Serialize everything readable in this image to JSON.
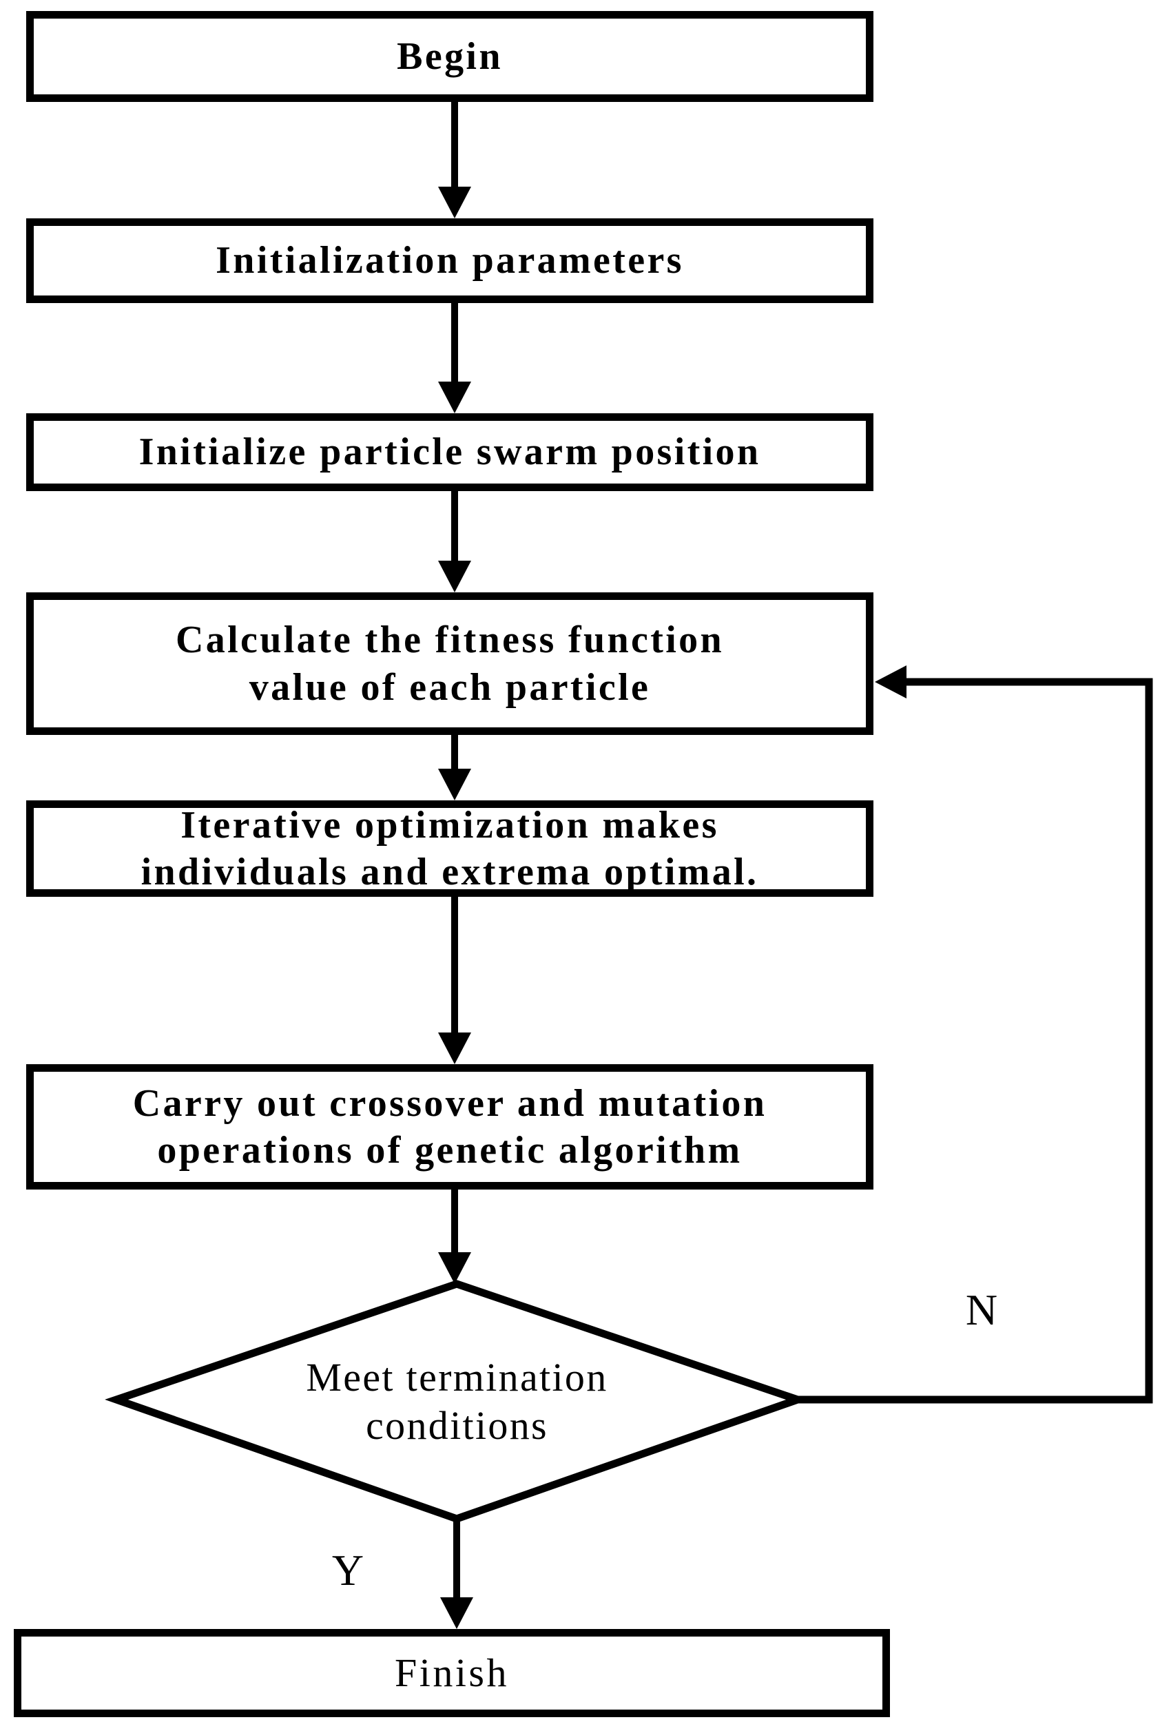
{
  "diagram": {
    "type": "flowchart",
    "background_color": "#ffffff",
    "stroke_color": "#000000",
    "nodes": [
      {
        "id": "begin",
        "type": "process",
        "label": "Begin"
      },
      {
        "id": "init_params",
        "type": "process",
        "label": "Initialization parameters"
      },
      {
        "id": "init_swarm",
        "type": "process",
        "label": "Initialize particle swarm position"
      },
      {
        "id": "calc_fitness",
        "type": "process",
        "label": "Calculate the fitness function\nvalue of each particle"
      },
      {
        "id": "iterative_opt",
        "type": "process",
        "label": "Iterative optimization makes\nindividuals and extrema optimal."
      },
      {
        "id": "crossover_mutation",
        "type": "process",
        "label": "Carry out crossover and mutation\noperations of genetic algorithm"
      },
      {
        "id": "termination_check",
        "type": "decision",
        "label": "Meet termination\nconditions"
      },
      {
        "id": "finish",
        "type": "process",
        "label": "Finish"
      }
    ],
    "edges": [
      {
        "from": "begin",
        "to": "init_params",
        "label": ""
      },
      {
        "from": "init_params",
        "to": "init_swarm",
        "label": ""
      },
      {
        "from": "init_swarm",
        "to": "calc_fitness",
        "label": ""
      },
      {
        "from": "calc_fitness",
        "to": "iterative_opt",
        "label": ""
      },
      {
        "from": "iterative_opt",
        "to": "crossover_mutation",
        "label": ""
      },
      {
        "from": "crossover_mutation",
        "to": "termination_check",
        "label": ""
      },
      {
        "from": "termination_check",
        "to": "finish",
        "label": "Y"
      },
      {
        "from": "termination_check",
        "to": "calc_fitness",
        "label": "N"
      }
    ]
  }
}
